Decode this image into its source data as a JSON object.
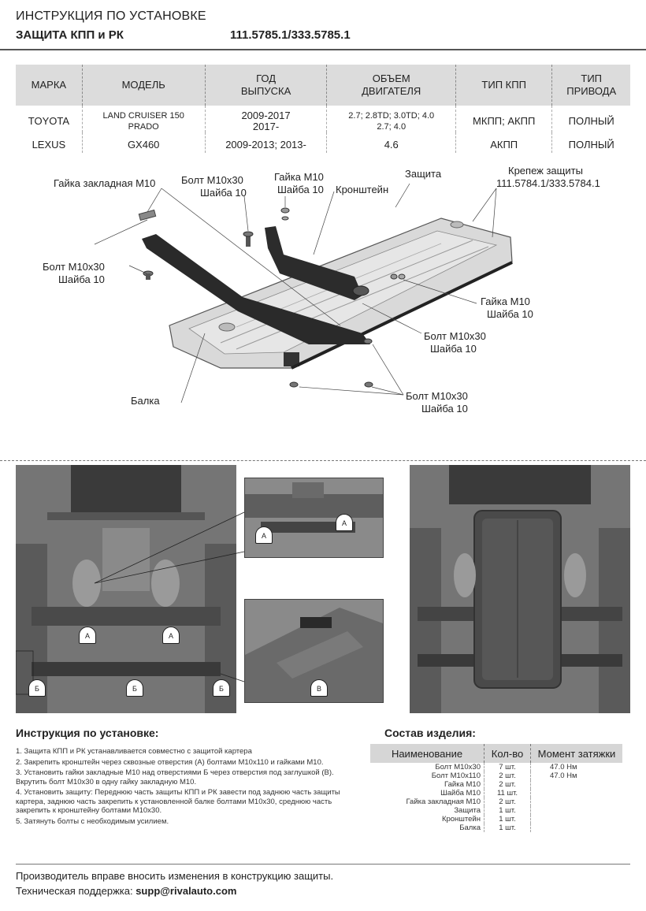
{
  "header": {
    "title": "ИНСТРУКЦИЯ ПО УСТАНОВКЕ",
    "subtitle": "ЗАЩИТА КПП и РК",
    "code": "111.5785.1/333.5785.1"
  },
  "spec_table": {
    "headers": [
      "МАРКА",
      "МОДЕЛЬ",
      "ГОД ВЫПУСКА",
      "ОБЪЕМ ДВИГАТЕЛЯ",
      "ТИП КПП",
      "ТИП ПРИВОДА"
    ],
    "header_lines": [
      [
        "МАРКА"
      ],
      [
        "МОДЕЛЬ"
      ],
      [
        "ГОД",
        "ВЫПУСКА"
      ],
      [
        "ОБЪЕМ",
        "ДВИГАТЕЛЯ"
      ],
      [
        "ТИП КПП"
      ],
      [
        "ТИП",
        "ПРИВОДА"
      ]
    ],
    "rows": [
      {
        "brand": "TOYOTA",
        "model_1": "LAND CRUISER 150",
        "model_2": "PRADO",
        "year_1": "2009-2017",
        "year_2": "2017-",
        "engine_1": "2.7; 2.8TD; 3.0TD; 4.0",
        "engine_2": "2.7; 4.0",
        "gearbox": "МКПП; АКПП",
        "drive": "ПОЛНЫЙ"
      },
      {
        "brand": "LEXUS",
        "model_1": "GX460",
        "model_2": "",
        "year_1": "2009-2013; 2013-",
        "year_2": "",
        "engine_1": "4.6",
        "engine_2": "",
        "gearbox": "АКПП",
        "drive": "ПОЛНЫЙ"
      }
    ]
  },
  "diagram_labels": {
    "nut_embedded": "Гайка закладная М10",
    "bolt_top_1": "Болт М10х30",
    "washer_top_1": "Шайба 10",
    "nut_top_1": "Гайка М10",
    "washer_top_2": "Шайба 10",
    "bracket": "Кронштейн",
    "shield": "Защита",
    "mount_1": "Крепеж защиты",
    "mount_2": "111.5784.1/333.5784.1",
    "bolt_left": "Болт М10х30",
    "washer_left": "Шайба 10",
    "nut_right": "Гайка М10",
    "washer_right": "Шайба 10",
    "bolt_mid": "Болт М10х30",
    "washer_mid": "Шайба 10",
    "beam": "Балка",
    "bolt_bottom": "Болт М10х30",
    "washer_bottom": "Шайба 10"
  },
  "photo_markers": [
    "A",
    "A",
    "A",
    "A",
    "Б",
    "Б",
    "Б",
    "В"
  ],
  "instructions": {
    "title": "Инструкция по установке:",
    "steps": [
      "1. Защита КПП и РК устанавливается совместно с защитой картера",
      "2. Закрепить кронштейн через сквозные отверстия (А) болтами М10х110 и гайками М10.",
      "3. Установить гайки закладные М10 над отверстиями Б через отверстия под заглушкой (В). Вкрутить болт М10х30 в одну гайку закладную М10.",
      "4. Установить защиту: Переднюю часть защиты КПП и РК завести под заднюю часть защиты картера, заднюю часть закрепить к установленной балке болтами М10х30, среднюю часть закрепить к кронштейну болтами М10х30.",
      "5. Затянуть болты с необходимым усилием."
    ]
  },
  "parts": {
    "title": "Состав изделия:",
    "headers": [
      "Наименование",
      "Кол-во",
      "Момент затяжки"
    ],
    "rows": [
      {
        "name": "Болт М10х30",
        "qty": "7 шт.",
        "torque": "47.0 Нм"
      },
      {
        "name": "Болт М10х110",
        "qty": "2 шт.",
        "torque": "47.0 Нм"
      },
      {
        "name": "Гайка М10",
        "qty": "2 шт.",
        "torque": ""
      },
      {
        "name": "Шайба М10",
        "qty": "11 шт.",
        "torque": ""
      },
      {
        "name": "Гайка закладная М10",
        "qty": "2 шт.",
        "torque": ""
      },
      {
        "name": "Защита",
        "qty": "1 шт.",
        "torque": ""
      },
      {
        "name": "Кронштейн",
        "qty": "1 шт.",
        "torque": ""
      },
      {
        "name": "Балка",
        "qty": "1 шт.",
        "torque": ""
      }
    ]
  },
  "footer": {
    "line_1": "Производитель вправе вносить изменения в конструкцию защиты.",
    "support_label": "Техническая поддержка: ",
    "support_email": "supp@rivalauto.com"
  }
}
